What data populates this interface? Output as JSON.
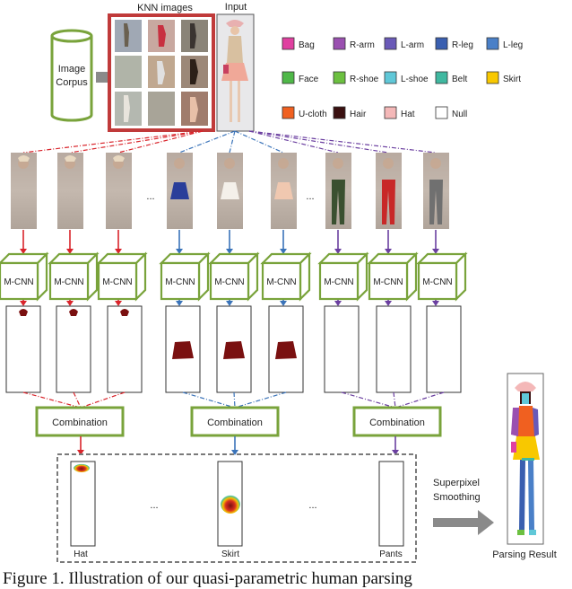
{
  "top": {
    "image_corpus": [
      "Image",
      "Corpus"
    ],
    "knn_title": "KNN images",
    "input_title": "Input"
  },
  "legend": [
    {
      "label": "Bag",
      "color": "#e040a0"
    },
    {
      "label": "R-arm",
      "color": "#9a50b0"
    },
    {
      "label": "L-arm",
      "color": "#6a5ab8"
    },
    {
      "label": "R-leg",
      "color": "#3a5fb0"
    },
    {
      "label": "L-leg",
      "color": "#4a80c8"
    },
    {
      "label": "Face",
      "color": "#4fb848"
    },
    {
      "label": "R-shoe",
      "color": "#6cc040"
    },
    {
      "label": "L-shoe",
      "color": "#60c8d8"
    },
    {
      "label": "Belt",
      "color": "#40b8a0"
    },
    {
      "label": "Skirt",
      "color": "#f8c800"
    },
    {
      "label": "U-cloth",
      "color": "#f06020"
    },
    {
      "label": "Hair",
      "color": "#3a1010"
    },
    {
      "label": "Hat",
      "color": "#f4b8b8"
    },
    {
      "label": "Null",
      "color": "#ffffff"
    }
  ],
  "group_colors": [
    "#d9242b",
    "#3a73b9",
    "#6b3fa0"
  ],
  "ellipsis": "...",
  "cnn_label": "M-CNN",
  "combination_label": "Combination",
  "result_labels": [
    "Hat",
    "Skirt",
    "Pants"
  ],
  "smoothing_label": [
    "Superpixel",
    "Smoothing"
  ],
  "parsing_result_label": "Parsing Result",
  "caption": "Figure 1.    Illustration of our quasi-parametric human parsing"
}
